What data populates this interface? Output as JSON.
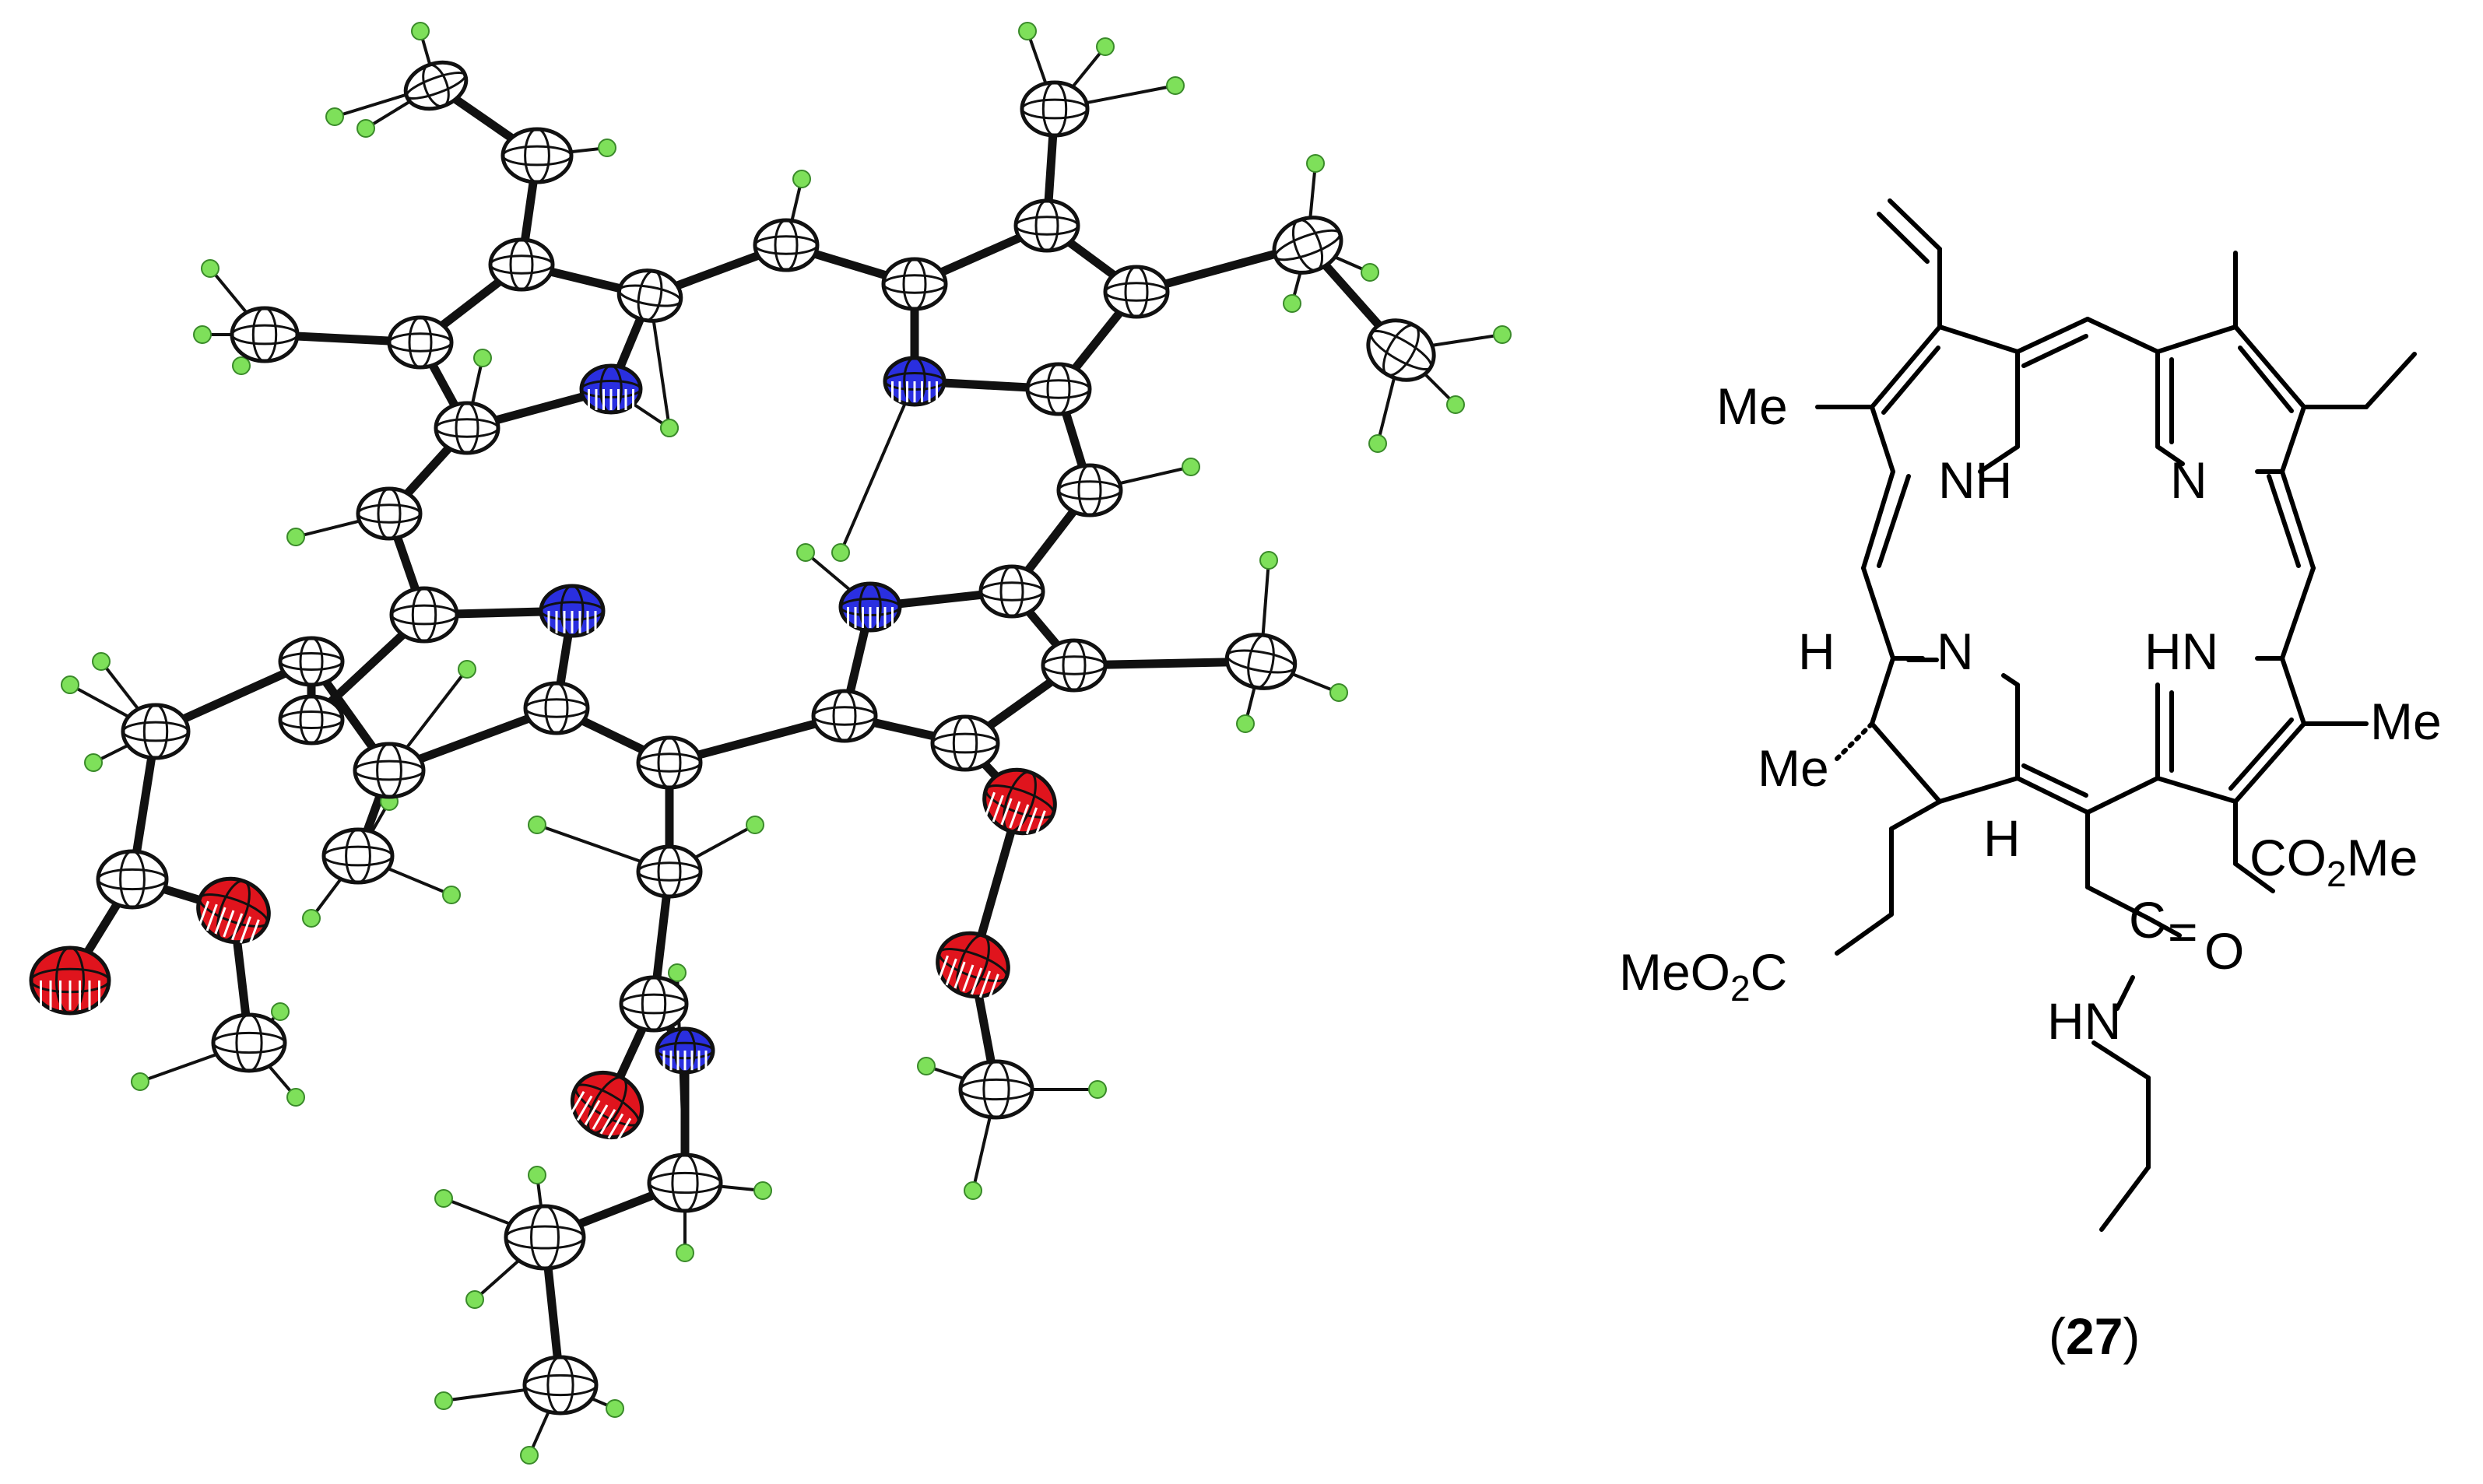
{
  "figure": {
    "compound_number": "27",
    "colors": {
      "bond": "#111111",
      "carbon": "#ffffff",
      "nitrogen": "#2a2fe0",
      "oxygen": "#e0141d",
      "hydrogen": "#7ee05a"
    },
    "structure_labels": {
      "me_top_left": "Me",
      "nh_top": "NH",
      "n_top": "N",
      "h_left": "H",
      "n_mid_left": "N",
      "hn_mid_right": "HN",
      "me_right": "Me",
      "me_left": "Me",
      "h_bottom": "H",
      "co2me_prefix": "CO",
      "co2me_sub": "2",
      "co2me_suffix": "Me",
      "meo2c_prefix": "MeO",
      "meo2c_sub": "2",
      "meo2c_suffix": "C",
      "amide_c": "C",
      "amide_eq": "=",
      "amide_o": "O",
      "amide_hn": "HN",
      "compound_open": "(",
      "compound_close": ")"
    }
  }
}
